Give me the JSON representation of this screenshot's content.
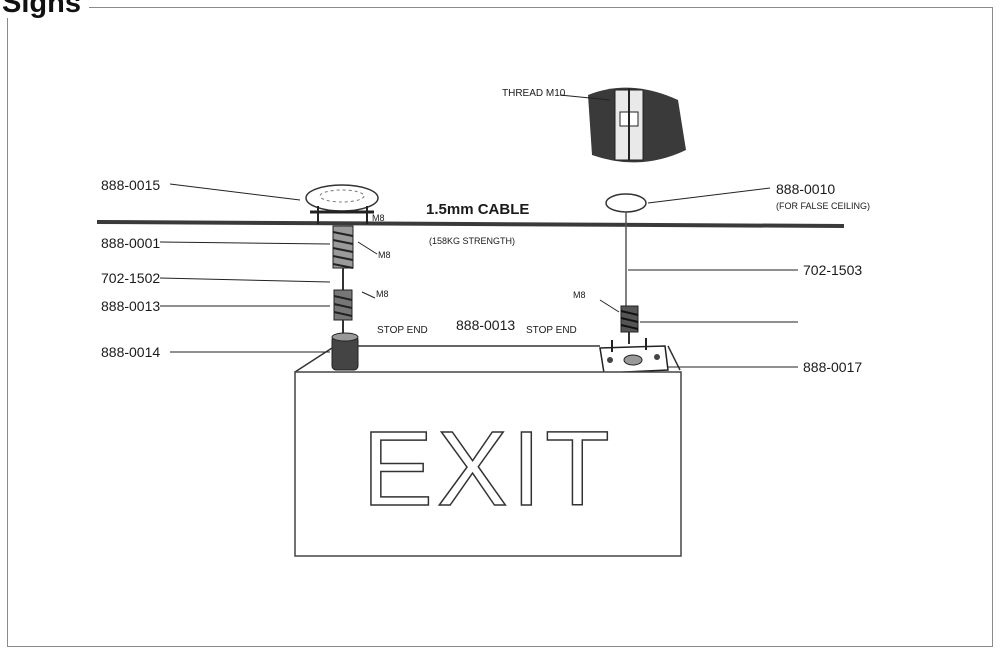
{
  "section": {
    "title": "Signs"
  },
  "diagram": {
    "labels": {
      "thread": "THREAD M10",
      "cable": "1.5mm CABLE",
      "cable_strength": "(158KG STRENGTH)",
      "p888_0015": "888-0015",
      "p888_0001": "888-0001",
      "p702_1502": "702-1502",
      "p888_0013_left": "888-0013",
      "p888_0014": "888-0014",
      "p888_0010": "888-0010",
      "false_ceiling": "(FOR FALSE CEILING)",
      "p702_1503": "702-1503",
      "p888_0017": "888-0017",
      "p888_0013_mid": "888-0013",
      "stop_end_left": "STOP END",
      "stop_end_right": "STOP END",
      "m8_a": "M8",
      "m8_b": "M8",
      "m8_c": "M8",
      "m8_d": "M8",
      "exit": "EXIT"
    }
  }
}
